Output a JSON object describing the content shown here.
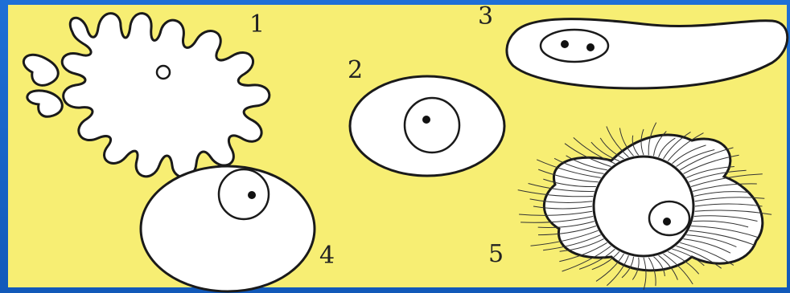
{
  "colors": {
    "frame": "#1565c8",
    "panel": "#f7ee73",
    "cell_fill": "#ffffff",
    "outline": "#1a1a1a"
  },
  "cells": [
    {
      "label": "1",
      "shape": "amoeboid-lobed"
    },
    {
      "label": "2",
      "shape": "oval-single-nucleus"
    },
    {
      "label": "3",
      "shape": "elongated-two-nuclei"
    },
    {
      "label": "4",
      "shape": "round-eccentric-nucleus"
    },
    {
      "label": "5",
      "shape": "radiating-striated"
    }
  ]
}
